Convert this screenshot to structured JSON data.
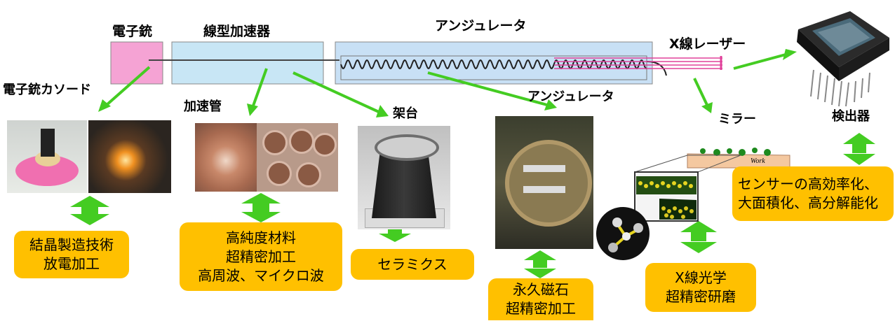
{
  "top_labels": {
    "gun": "電子銃",
    "linac": "線型加速器",
    "undulator": "アンジュレータ",
    "xray": "X線レーザー"
  },
  "components": {
    "cathode": "電子銃カソード",
    "tube": "加速管",
    "stand": "架台",
    "undulator": "アンジュレータ",
    "mirror": "ミラー",
    "detector": "検出器"
  },
  "mirror_inset": {
    "work": "Work"
  },
  "technologies": {
    "cathode": [
      "結晶製造技術",
      "放電加工"
    ],
    "tube": [
      "高純度材料",
      "超精密加工",
      "高周波、マイクロ波"
    ],
    "stand": [
      "セラミクス"
    ],
    "undulator": [
      "永久磁石",
      "超精密加工"
    ],
    "mirror": [
      "X線光学",
      "超精密研磨"
    ],
    "detector": [
      "センサーの高効率化、",
      "大面積化、高分解能化"
    ]
  },
  "colors": {
    "gun_block": "#f5a3d4",
    "linac_block": "#c8e6f5",
    "undulator_block": "#c8e0f5",
    "arrow_green": "#44cc22",
    "tech_box": "#ffc000",
    "laser": "#e0409a"
  }
}
